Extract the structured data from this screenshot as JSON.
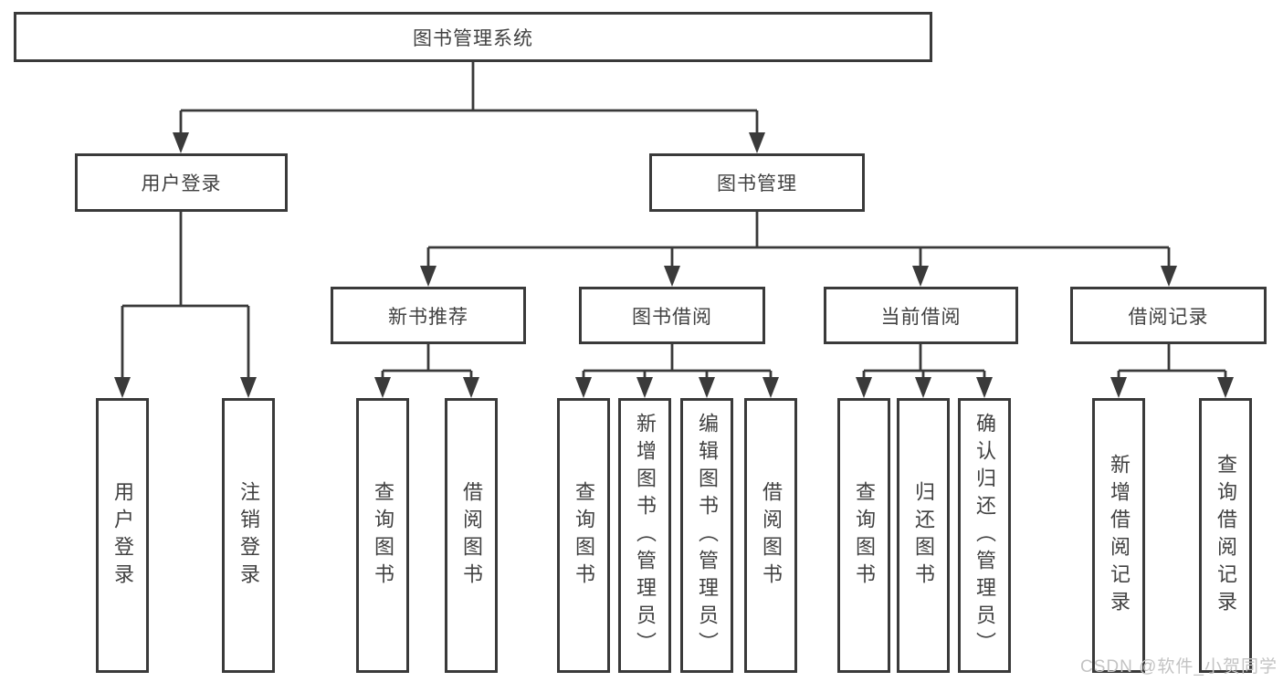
{
  "diagram": {
    "title": "图书管理系统",
    "level2": {
      "user_login": "用户登录",
      "book_mgmt": "图书管理"
    },
    "level3": {
      "new_book": "新书推荐",
      "book_borrow": "图书借阅",
      "current_borrow": "当前借阅",
      "borrow_records": "借阅记录"
    },
    "leaves": {
      "login": [
        "用户登录",
        "注销登录"
      ],
      "new_book": [
        "查询图书",
        "借阅图书"
      ],
      "book_borrow": [
        "查询图书",
        "新增图书（管理员）",
        "编辑图书（管理员）",
        "借阅图书"
      ],
      "current_borrow": [
        "查询图书",
        "归还图书",
        "确认归还（管理员）"
      ],
      "borrow_records": [
        "新增借阅记录",
        "查询借阅记录"
      ]
    },
    "colors": {
      "line": "#3a3a3a",
      "text": "#414141",
      "watermark": "#c3c3c3",
      "background": "#ffffff"
    }
  },
  "watermark": {
    "text": "CSDN @软件_小贺同学"
  }
}
